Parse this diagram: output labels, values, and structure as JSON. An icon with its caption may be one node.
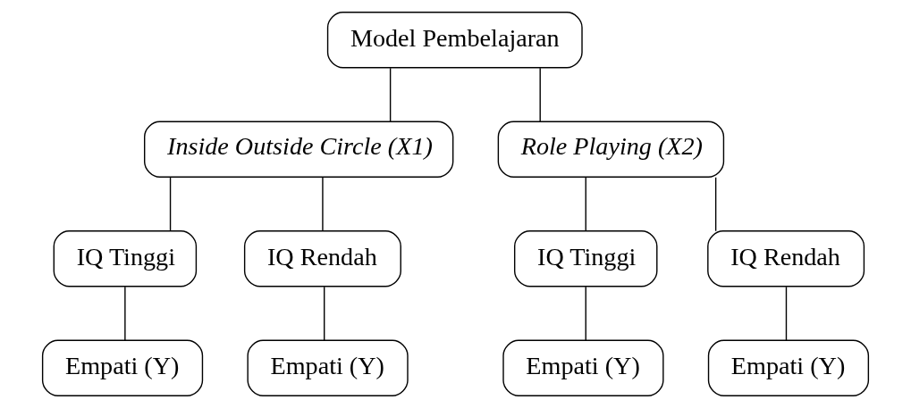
{
  "diagram": {
    "nodes": [
      {
        "text": [
          "Model Pembelajaran"
        ]
      },
      {
        "text": [
          "Inside Outside Circle (X1)"
        ]
      },
      {
        "text": [
          "Role Playing (X2)"
        ]
      },
      {
        "text": [
          "IQ Tinggi"
        ]
      },
      {
        "text": [
          "IQ Rendah"
        ]
      },
      {
        "text": [
          "IQ Tinggi"
        ]
      },
      {
        "text": [
          "IQ Rendah"
        ]
      },
      {
        "text": [
          "Empati (Y)"
        ]
      },
      {
        "text": [
          "Empati (Y)"
        ]
      },
      {
        "text": [
          "Empati (Y)"
        ]
      },
      {
        "text": [
          "Empati (Y)"
        ]
      }
    ],
    "edges": [
      {
        "from": 0,
        "to": 1,
        "arrow": "none"
      },
      {
        "from": 0,
        "to": 2,
        "arrow": "none"
      },
      {
        "from": 1,
        "to": 3,
        "arrow": "none"
      },
      {
        "from": 1,
        "to": 4,
        "arrow": "none"
      },
      {
        "from": 2,
        "to": 5,
        "arrow": "none"
      },
      {
        "from": 2,
        "to": 6,
        "arrow": "none"
      },
      {
        "from": 3,
        "to": 7,
        "arrow": "none"
      },
      {
        "from": 4,
        "to": 8,
        "arrow": "none"
      },
      {
        "from": 5,
        "to": 9,
        "arrow": "none"
      },
      {
        "from": 6,
        "to": 10,
        "arrow": "none"
      }
    ]
  }
}
